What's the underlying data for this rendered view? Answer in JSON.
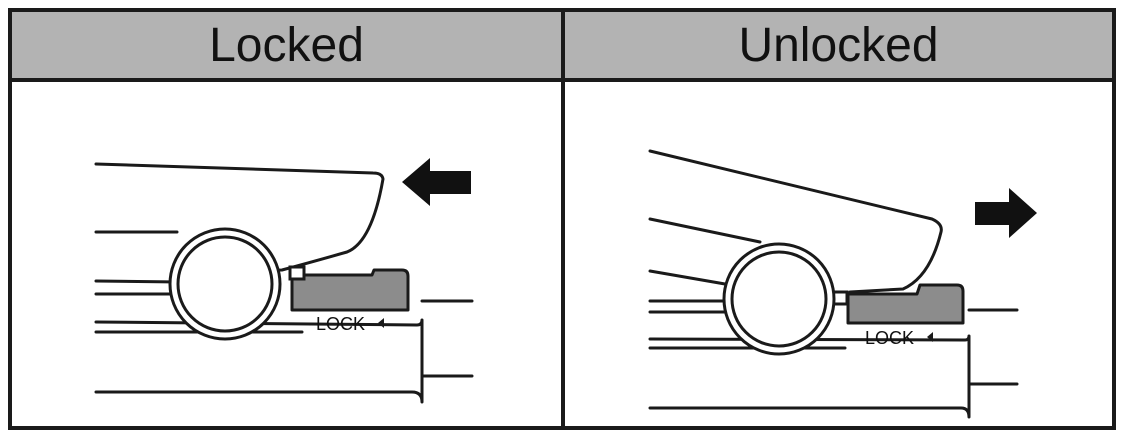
{
  "panels": [
    {
      "title": "Locked",
      "lock_label": "LOCK"
    },
    {
      "title": "Unlocked",
      "lock_label": "LOCK"
    }
  ],
  "colors": {
    "header_bg": "#b3b3b3",
    "line": "#1a1a1a",
    "slider_fill": "#8c8c8c"
  },
  "icons": {
    "locked_arrow": "arrow-left-icon",
    "unlocked_arrow": "arrow-right-icon",
    "lock_indicator": "triangle-left-icon"
  }
}
